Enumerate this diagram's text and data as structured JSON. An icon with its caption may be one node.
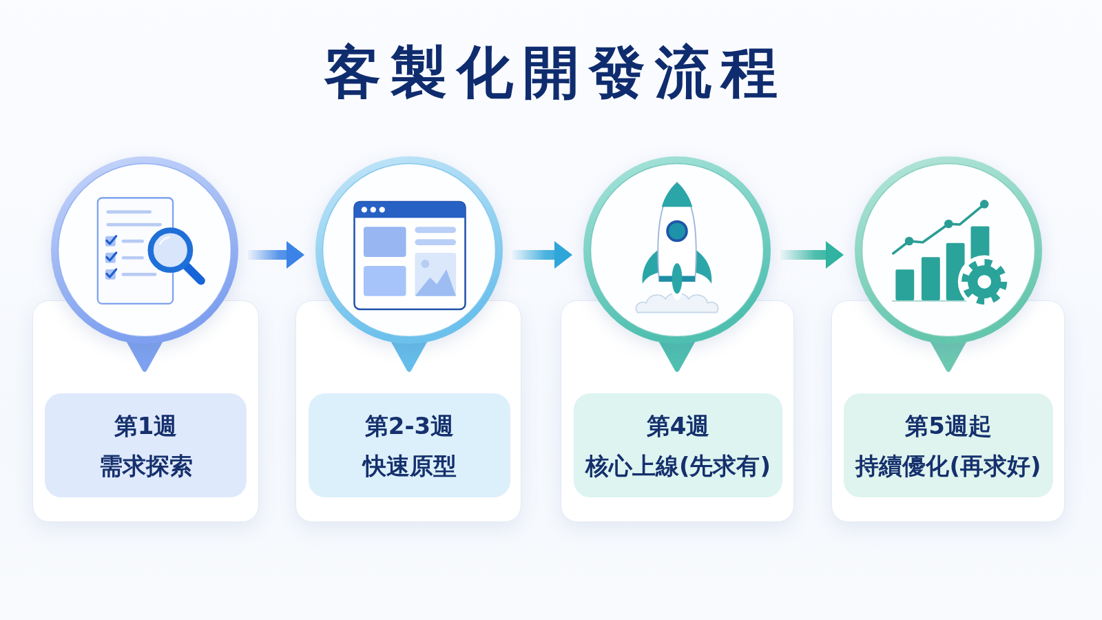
{
  "diagram": {
    "title": "客製化開發流程",
    "nodes": [
      {
        "text": [],
        "shape": "circle"
      },
      {
        "text": [],
        "shape": "box"
      },
      {
        "text": [
          "第1週",
          "需求探索"
        ],
        "in": 1
      },
      {
        "text": [],
        "shape": "circle"
      },
      {
        "text": [],
        "shape": "box"
      },
      {
        "text": [
          "第2-3週",
          "快速原型"
        ],
        "in": 4
      },
      {
        "text": [],
        "shape": "circle"
      },
      {
        "text": [],
        "shape": "box"
      },
      {
        "text": [
          "第4週",
          "核心上線(先求有)"
        ],
        "in": 7
      },
      {
        "text": [],
        "shape": "circle"
      },
      {
        "text": [],
        "shape": "box"
      },
      {
        "text": [
          "第5週起",
          "持續優化(再求好)"
        ],
        "in": 10
      }
    ],
    "edges": [
      {
        "from": 0,
        "to": 3,
        "arrow": "to",
        "color": "#3b83e6"
      },
      {
        "from": 3,
        "to": 6,
        "arrow": "to",
        "color": "#2ea6da"
      },
      {
        "from": 6,
        "to": 9,
        "arrow": "to",
        "color": "#30b3a0"
      }
    ]
  }
}
